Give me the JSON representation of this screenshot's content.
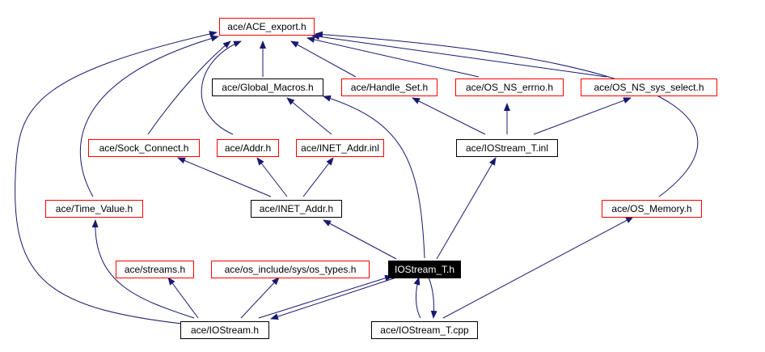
{
  "graph": {
    "edge_color": "#191970",
    "nodes": {
      "ace_export": "ace/ACE_export.h",
      "global_macros": "ace/Global_Macros.h",
      "handle_set": "ace/Handle_Set.h",
      "os_ns_errno": "ace/OS_NS_errno.h",
      "os_ns_sys_select": "ace/OS_NS_sys_select.h",
      "sock_connect": "ace/Sock_Connect.h",
      "addr": "ace/Addr.h",
      "inet_addr_inl": "ace/INET_Addr.inl",
      "iostream_t_inl": "ace/IOStream_T.inl",
      "time_value": "ace/Time_Value.h",
      "inet_addr": "ace/INET_Addr.h",
      "os_memory": "ace/OS_Memory.h",
      "streams": "ace/streams.h",
      "os_types": "ace/os_include/sys/os_types.h",
      "iostream_t_h": "IOStream_T.h",
      "iostream_h": "ace/IOStream.h",
      "iostream_t_cpp": "ace/IOStream_T.cpp"
    }
  }
}
